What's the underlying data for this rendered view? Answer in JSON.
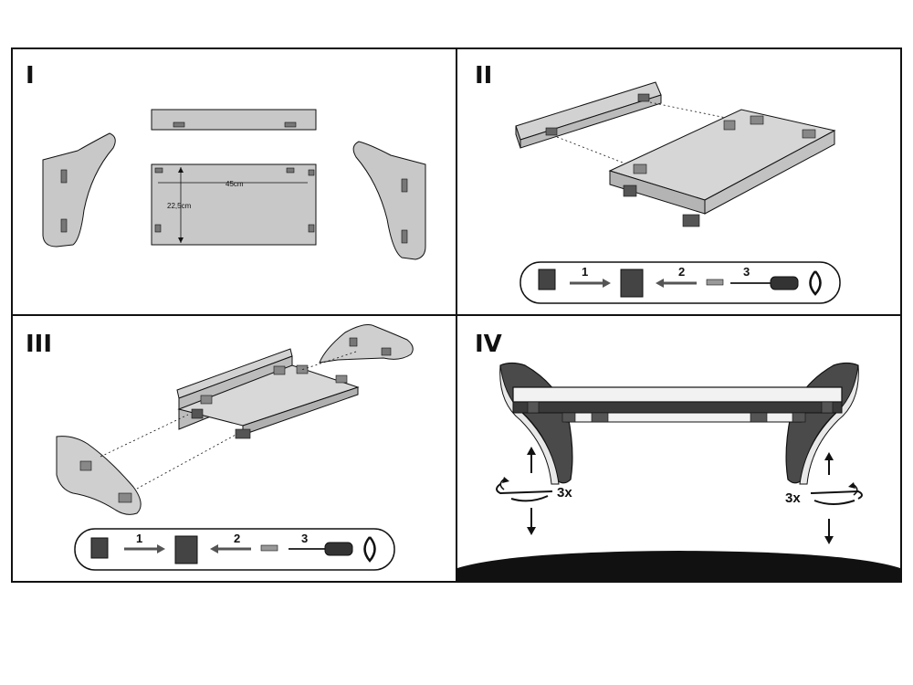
{
  "steps": {
    "s1": "I",
    "s2": "II",
    "s3": "III",
    "s4": "IV"
  },
  "dimensions": {
    "width": "45cm",
    "height": "22,5cm"
  },
  "sequence": {
    "n1": "1",
    "n2": "2",
    "n3": "3"
  },
  "repeat": {
    "left": "3x",
    "right": "3x"
  },
  "colors": {
    "outline": "#111111",
    "panel_fill": "#c8c8c8",
    "panel_light": "#e2e2e2",
    "bracket_dark": "#4a4a4a",
    "floor": "#111111"
  }
}
